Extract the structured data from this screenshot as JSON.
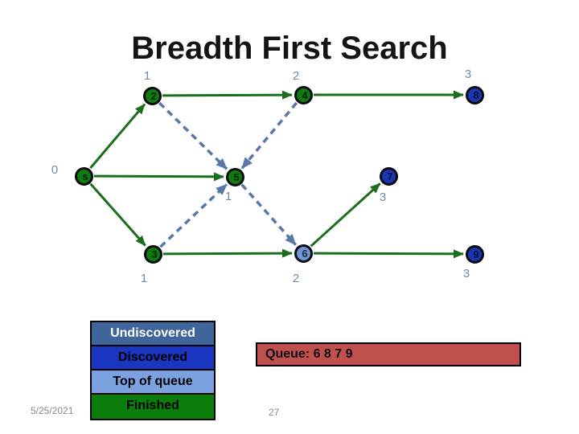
{
  "slide": {
    "title": "Breadth First Search",
    "date": "5/25/2021",
    "page_number": "27"
  },
  "graph": {
    "nodes": [
      {
        "id": "s",
        "dist": "0",
        "state": "finished"
      },
      {
        "id": "2",
        "dist": "1",
        "state": "finished"
      },
      {
        "id": "4",
        "dist": "2",
        "state": "finished"
      },
      {
        "id": "8",
        "dist": "3",
        "state": "discovered"
      },
      {
        "id": "5",
        "dist": "1",
        "state": "finished"
      },
      {
        "id": "7",
        "dist": "3",
        "state": "discovered"
      },
      {
        "id": "3",
        "dist": "1",
        "state": "finished"
      },
      {
        "id": "6",
        "dist": "2",
        "state": "top-of-queue"
      },
      {
        "id": "9",
        "dist": "3",
        "state": "discovered"
      }
    ],
    "edges": {
      "tree_solid_green": [
        {
          "from": "s",
          "to": "2"
        },
        {
          "from": "s",
          "to": "5"
        },
        {
          "from": "s",
          "to": "3"
        },
        {
          "from": "2",
          "to": "4"
        },
        {
          "from": "4",
          "to": "8"
        },
        {
          "from": "3",
          "to": "6"
        },
        {
          "from": "6",
          "to": "9"
        },
        {
          "from": "6",
          "to": "7"
        }
      ],
      "non_tree_dashed_blue": [
        {
          "from": "2",
          "to": "5"
        },
        {
          "from": "4",
          "to": "5"
        },
        {
          "from": "3",
          "to": "5"
        },
        {
          "from": "5",
          "to": "6"
        }
      ]
    }
  },
  "legend": {
    "items": [
      {
        "label": "Undiscovered",
        "color": "#40659b"
      },
      {
        "label": "Discovered",
        "color": "#1a35c0"
      },
      {
        "label": "Top of queue",
        "color": "#7ba2de"
      },
      {
        "label": "Finished",
        "color": "#0a7d0a"
      }
    ]
  },
  "queue": {
    "label": "Queue: 6 8 7 9",
    "color": "#c0504d"
  },
  "colors": {
    "edge_green": "#1b6e1b",
    "edge_dashed_blue": "#5878a8",
    "node_border": "#0a0a12",
    "dist_label": "#6b8cab"
  }
}
